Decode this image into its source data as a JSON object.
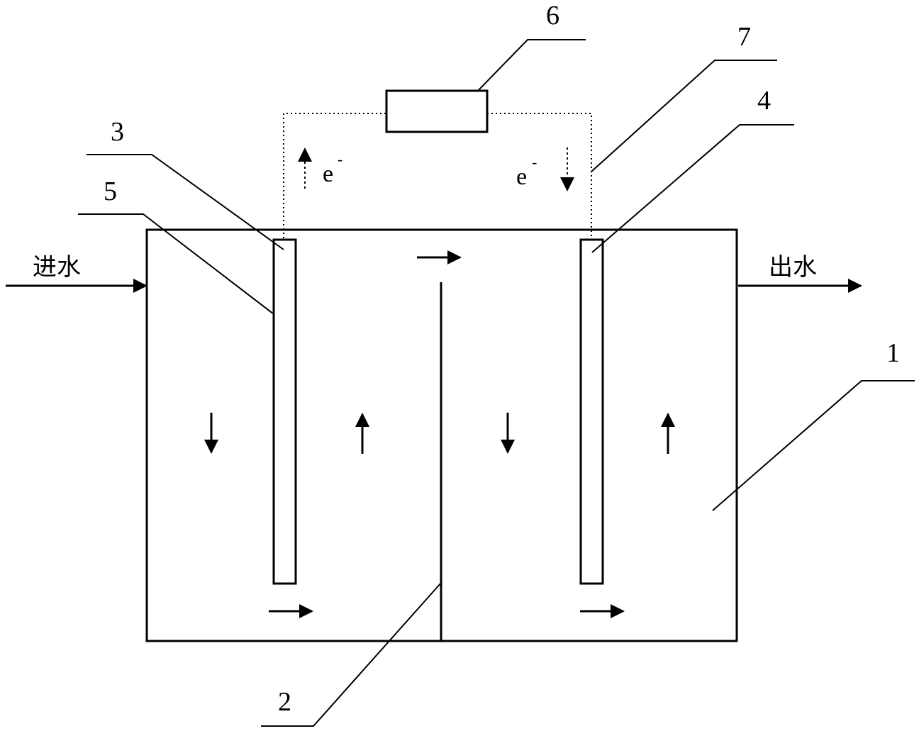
{
  "labels": {
    "inlet": "进水",
    "outlet": "出水",
    "electron": "e",
    "electron_charge": "-",
    "part_1": "1",
    "part_2": "2",
    "part_3": "3",
    "part_4": "4",
    "part_5": "5",
    "part_6": "6",
    "part_7": "7"
  },
  "colors": {
    "line": "#000000",
    "background": "#ffffff"
  },
  "flow_arrows": {
    "inlet": "right",
    "outlet": "right",
    "chamber_1": "down",
    "chamber_2": "up",
    "chamber_3": "down",
    "chamber_4": "up",
    "top_passage": "right",
    "bottom_passage_left": "right",
    "bottom_passage_right": "right",
    "electron_left": "up",
    "electron_right": "down"
  }
}
